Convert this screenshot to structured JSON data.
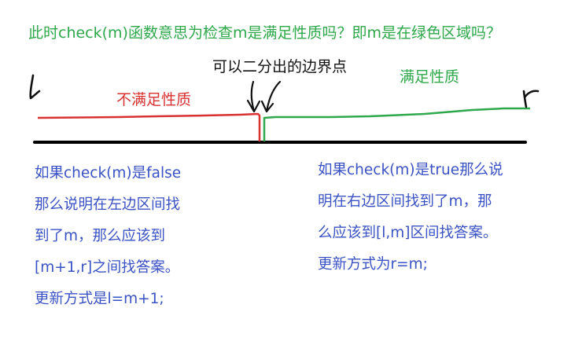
{
  "header": {
    "question": "此时check(m)函数意思为检查m是满足性质吗？即m是在绿色区域吗？"
  },
  "diagram": {
    "boundary_label": "可以二分出的边界点",
    "satisfy_label": "满足性质",
    "not_satisfy_label": "不满足性质",
    "left_pointer": "l",
    "right_pointer": "r"
  },
  "left_explanation": {
    "lines": [
      "如果check(m)是false",
      "那么说明在左边区间找",
      "到了m，那么应该到",
      "[m+1,r]之间找答案。",
      "更新方式是l=m+1;"
    ]
  },
  "right_explanation": {
    "lines": [
      "如果check(m)是true那么说",
      "明在右边区间找到了m，那",
      "么应该到[l,m]区间找答案。",
      "更新方式为r=m;"
    ]
  },
  "colors": {
    "satisfy": "#2ea84a",
    "not_satisfy": "#d93030",
    "text": "#3a52c4",
    "ink": "#111111"
  }
}
